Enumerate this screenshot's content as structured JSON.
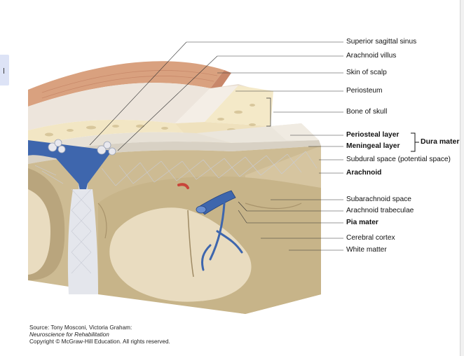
{
  "labels": {
    "superior_sagittal_sinus": "Superior sagittal sinus",
    "arachnoid_villus": "Arachnoid villus",
    "skin_of_scalp": "Skin of scalp",
    "periosteum": "Periosteum",
    "bone_of_skull": "Bone of skull",
    "periosteal_layer": "Periosteal layer",
    "meningeal_layer": "Meningeal layer",
    "dura_mater": "Dura mater",
    "subdural_space": "Subdural space (potential space)",
    "arachnoid": "Arachnoid",
    "subarachnoid_space": "Subarachnoid space",
    "arachnoid_trabeculae": "Arachnoid trabeculae",
    "pia_mater": "Pia mater",
    "cerebral_cortex": "Cerebral cortex",
    "white_matter": "White matter"
  },
  "source": {
    "line1": "Source: Tony Mosconi, Victoria Graham:",
    "line2": "Neuroscience for Rehabilitation",
    "line3": "Copyright © McGraw-Hill Education. All rights reserved."
  },
  "colors": {
    "skin": "#d9a17f",
    "bone": "#f2e6c4",
    "dura": "#e7e1d6",
    "cortex": "#cdbb93",
    "white_matter": "#e9dcc0",
    "vessel_blue": "#3e66ad",
    "artery_red": "#c8453a"
  }
}
